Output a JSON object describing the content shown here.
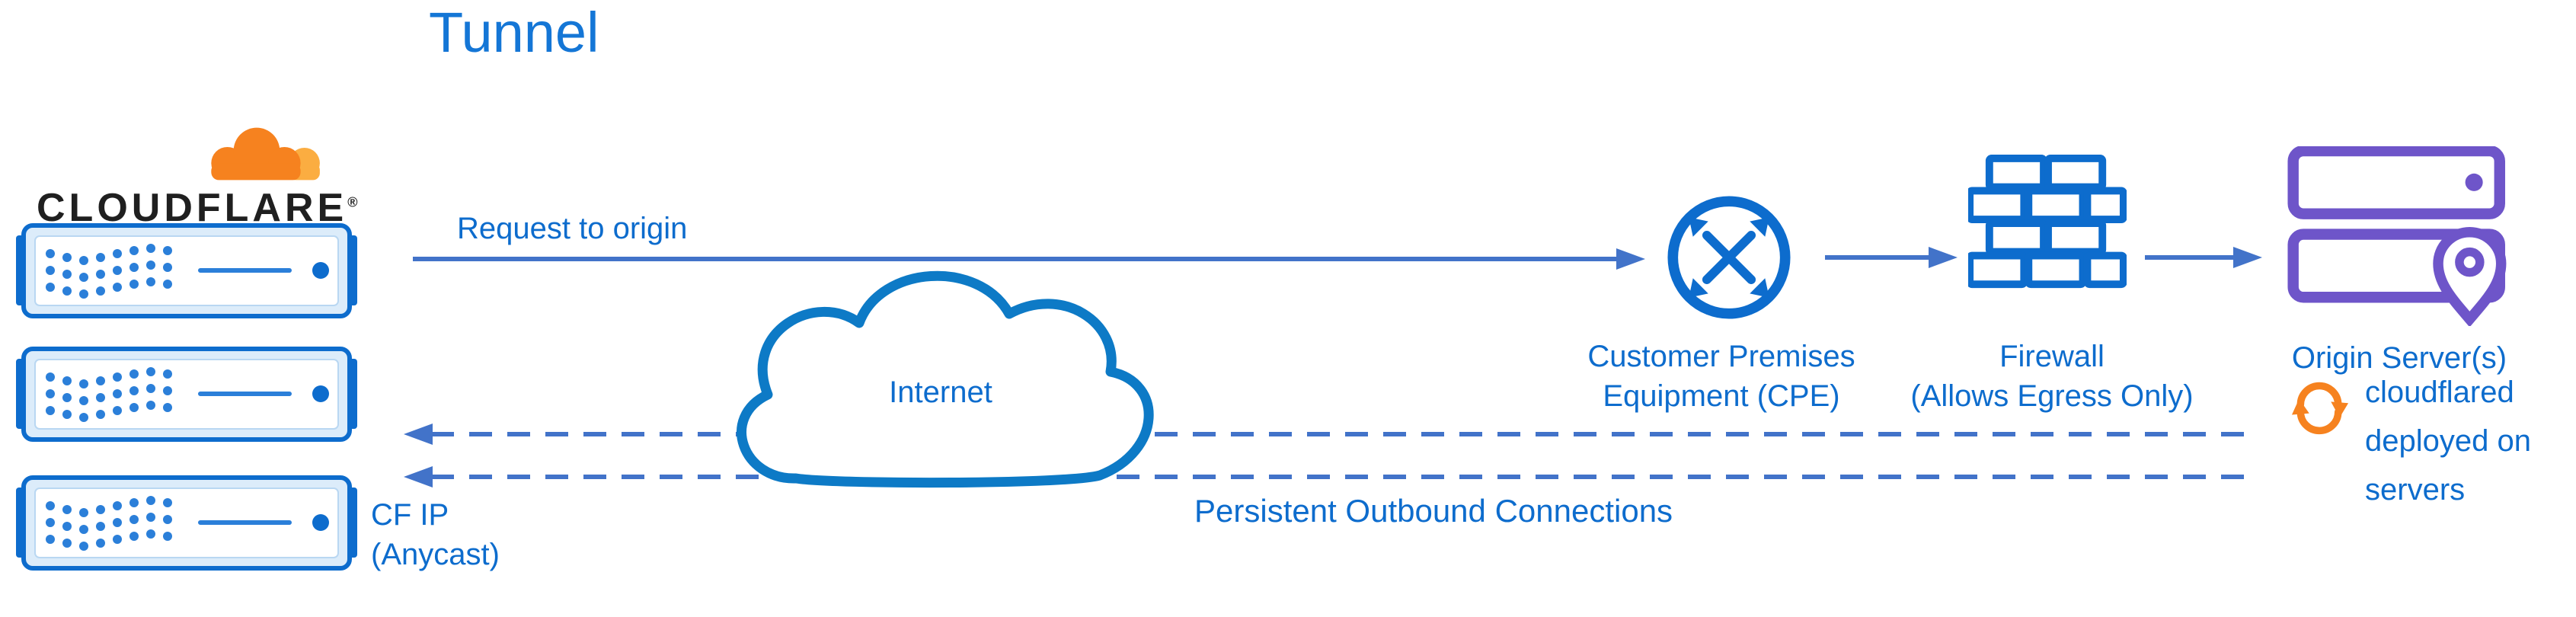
{
  "title": "Tunnel",
  "colors": {
    "blue": "#0d6ccd",
    "title-blue": "#1476d6",
    "connector": "#4273c9",
    "cloud-stroke": "#0d7ac6",
    "purple": "#6e55c9",
    "orange": "#f6821f",
    "orange-light": "#fbad41"
  },
  "logo": {
    "brand": "CLOUDFLARE",
    "registered": "®",
    "icon": "cloudflare-cloud-icon"
  },
  "edges": {
    "request": {
      "label": "Request to origin"
    },
    "persistent": {
      "label": "Persistent Outbound Connections"
    }
  },
  "nodes": {
    "cf_edge": {
      "icon": "edge-server-rack-icon",
      "caption_line1": "CF IP",
      "caption_line2": "(Anycast)"
    },
    "internet": {
      "icon": "internet-cloud-icon",
      "label": "Internet"
    },
    "cpe": {
      "icon": "router-arrows-icon",
      "label_line1": "Customer Premises",
      "label_line2": "Equipment (CPE)"
    },
    "firewall": {
      "icon": "brick-wall-icon",
      "label_line1": "Firewall",
      "label_line2": "(Allows Egress Only)"
    },
    "origin": {
      "icon": "origin-server-pin-icon",
      "label": "Origin Server(s)"
    },
    "cloudflared": {
      "icon": "sync-arrows-icon",
      "label_line1": "cloudflared",
      "label_line2": "deployed on",
      "label_line3": "servers"
    }
  }
}
